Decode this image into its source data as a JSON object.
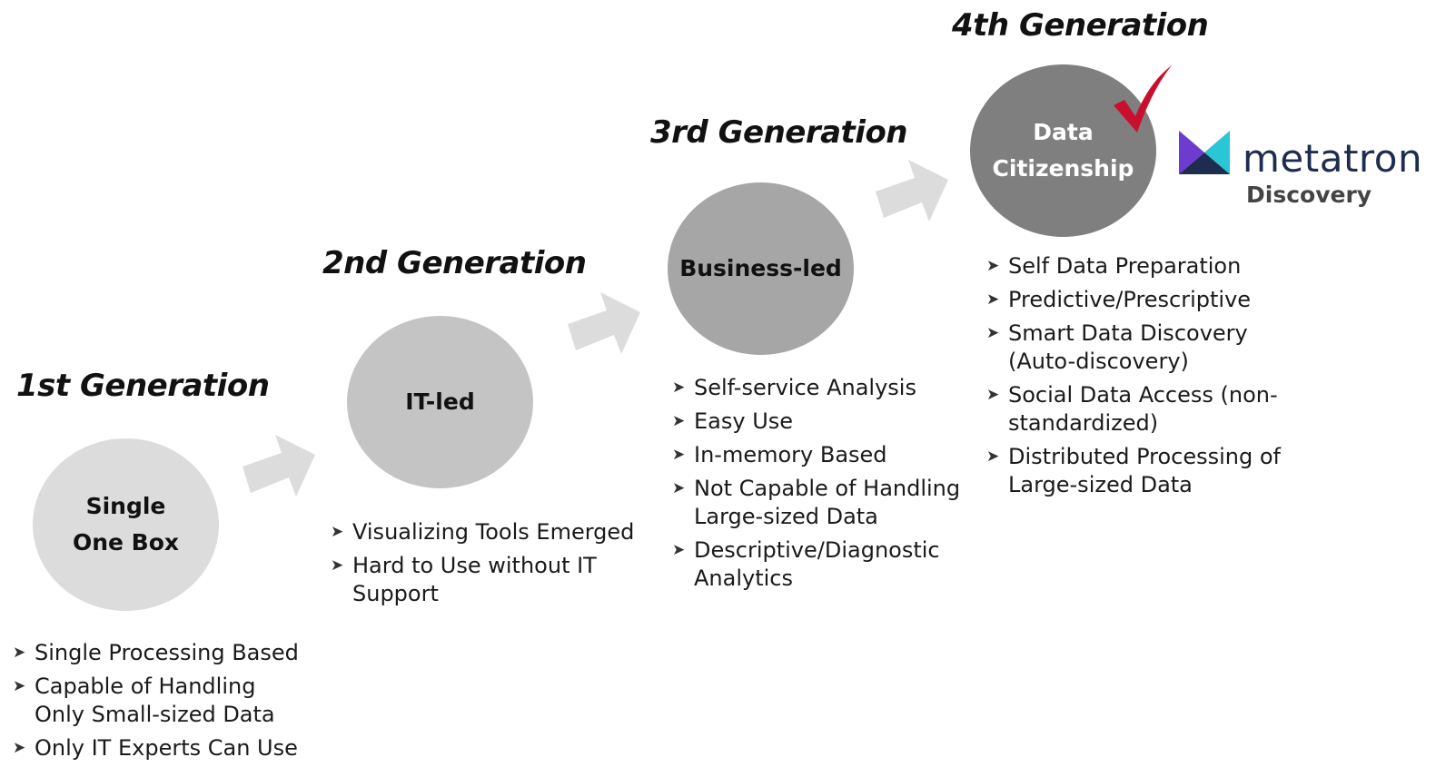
{
  "generations": [
    {
      "title": "1st Generation",
      "circle_lines": [
        "Single",
        "One Box"
      ],
      "circle_color": "#dcdcdc",
      "bullets": [
        "Single Processing Based",
        "Capable of Handling\nOnly Small-sized Data",
        "Only IT Experts Can Use"
      ]
    },
    {
      "title": "2nd Generation",
      "circle_lines": [
        "IT-led"
      ],
      "circle_color": "#c4c4c4",
      "bullets": [
        "Visualizing Tools Emerged",
        "Hard to Use without IT\nSupport"
      ]
    },
    {
      "title": "3rd Generation",
      "circle_lines": [
        "Business-led"
      ],
      "circle_color": "#a6a6a6",
      "bullets": [
        "Self-service Analysis",
        "Easy Use",
        "In-memory Based",
        "Not Capable of Handling\nLarge-sized Data",
        "Descriptive/Diagnostic\nAnalytics"
      ]
    },
    {
      "title": "4th Generation",
      "circle_lines": [
        "Data",
        "Citizenship"
      ],
      "circle_color": "#7f7f7f",
      "bullets": [
        "Self Data Preparation",
        "Predictive/Prescriptive",
        "Smart Data Discovery\n(Auto-discovery)",
        "Social Data Access (non-\nstandardized)",
        "Distributed Processing of\nLarge-sized Data"
      ]
    }
  ],
  "logo": {
    "wordmark": "metatron",
    "product": "Discovery"
  },
  "colors": {
    "arrow": "#dcdcdc",
    "checkmark": "#c8102e",
    "logo_text": "#1e2d4f",
    "logo_blue": "#2f6fe0",
    "logo_cyan": "#29c6d6",
    "logo_purple": "#6e3bd1",
    "logo_navy": "#1e2d4f"
  },
  "icons": [
    "arrow-right-icon",
    "checkmark-icon",
    "metatron-logo-icon",
    "bullet-arrow-icon"
  ]
}
